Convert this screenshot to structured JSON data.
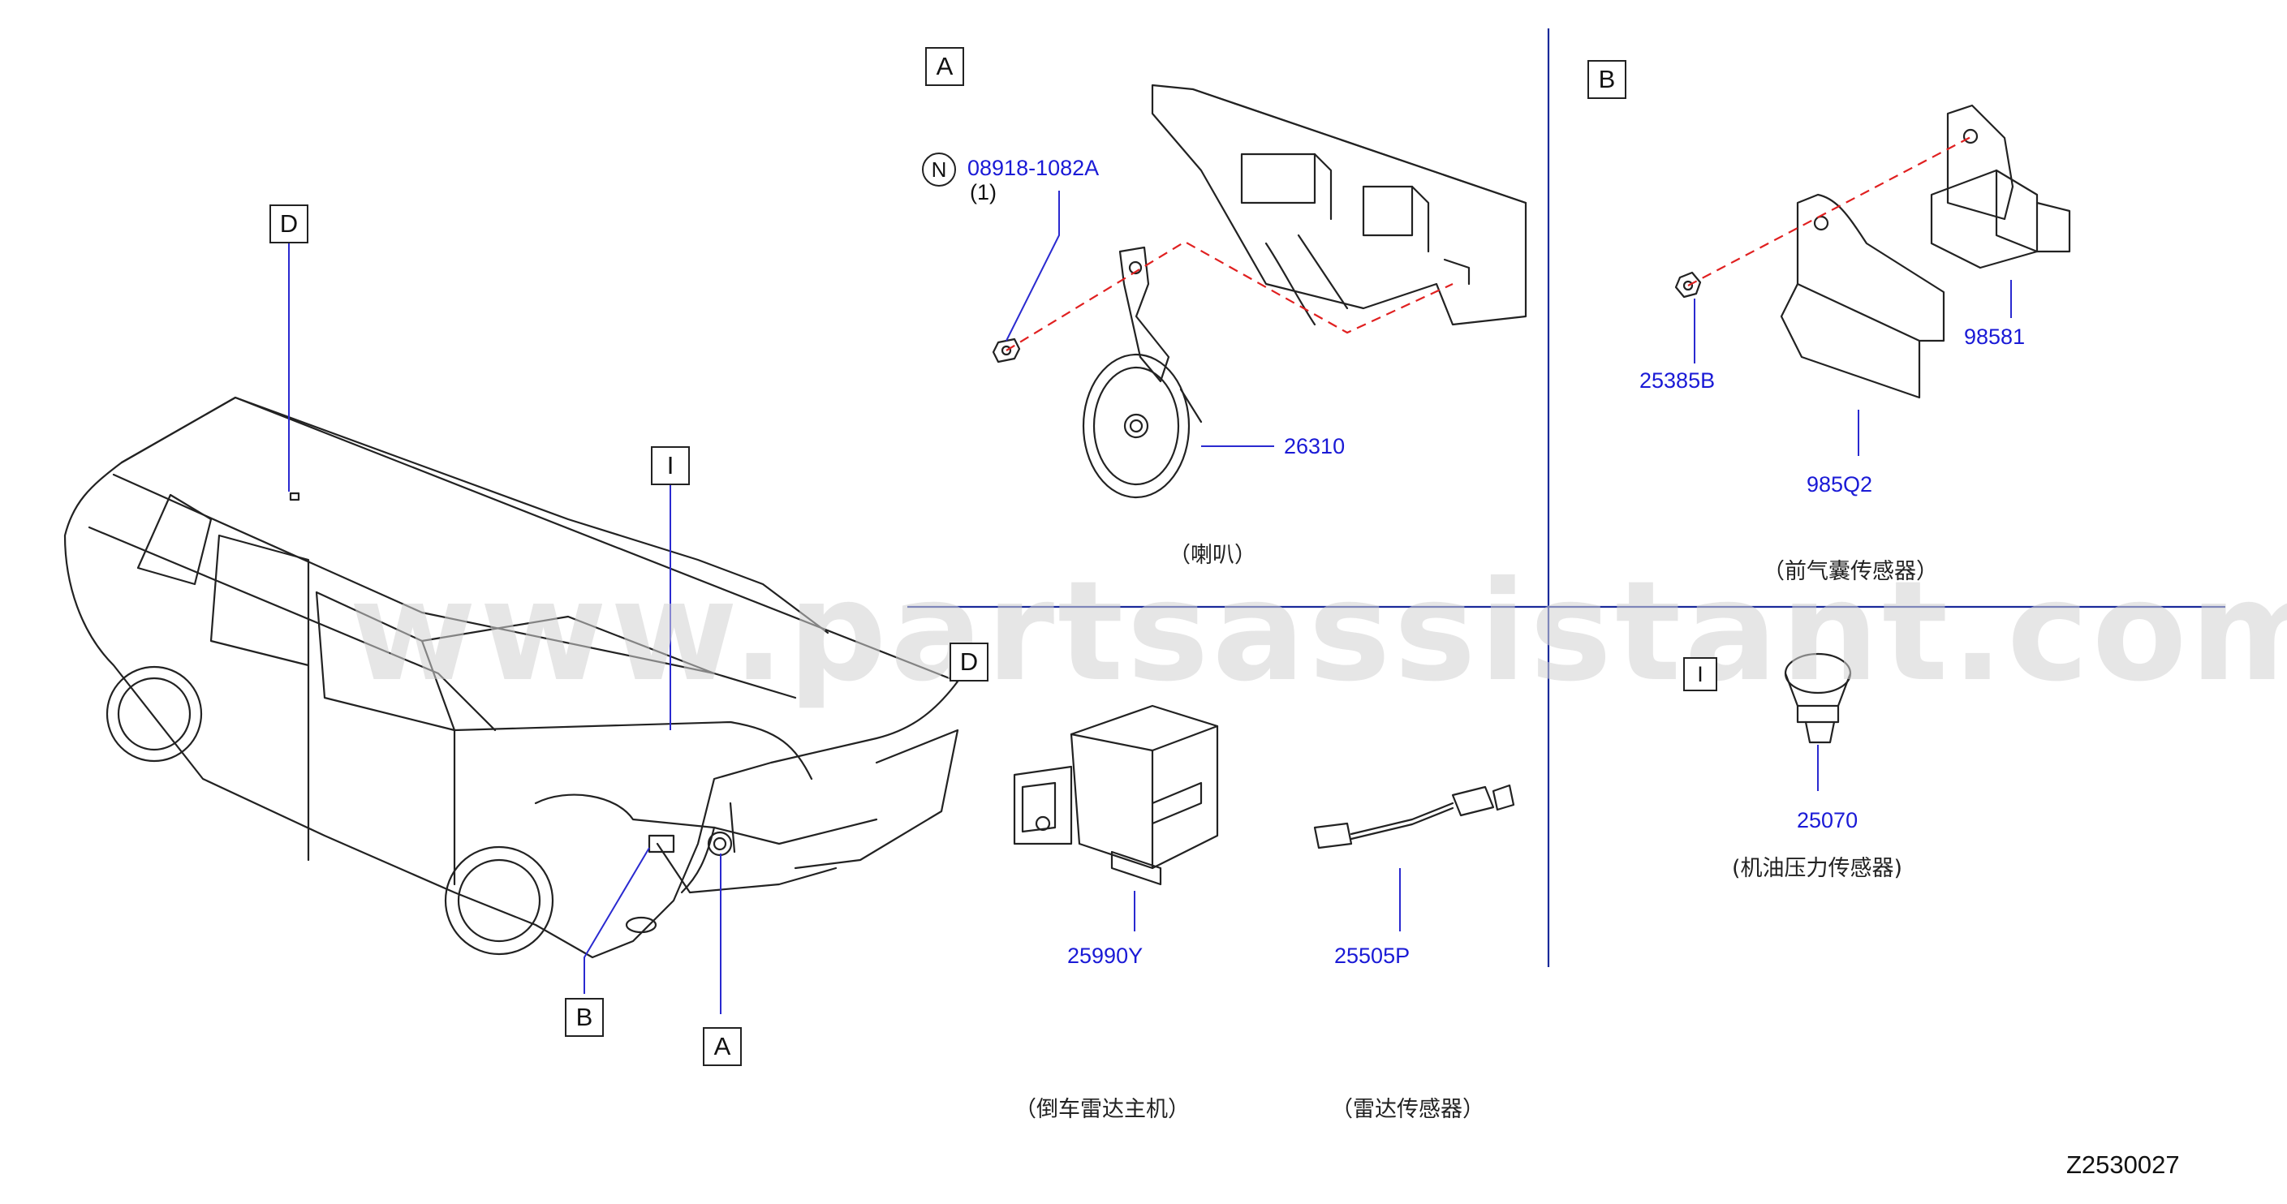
{
  "watermark": "www.partsassistant.com",
  "diagram_code": "Z2530027",
  "vehicle_callouts": {
    "d": "D",
    "i": "I",
    "b": "B",
    "a": "A"
  },
  "panel_a": {
    "label": "A",
    "note_symbol": "N",
    "bolt_part": "08918-1082A",
    "bolt_qty": "(1)",
    "horn_part": "26310",
    "caption": "（喇叭）"
  },
  "panel_b": {
    "label": "B",
    "nut_part": "25385B",
    "sensor_part": "98581",
    "bracket_part": "985Q2",
    "caption": "（前气囊传感器）"
  },
  "panel_d": {
    "label": "D",
    "unit_part": "25990Y",
    "sensor_part": "25505P",
    "unit_caption": "（倒车雷达主机）",
    "sensor_caption": "（雷达传感器）"
  },
  "panel_i": {
    "label": "I",
    "switch_part": "25070",
    "caption": "(机油压力传感器)"
  },
  "colors": {
    "part_number": "#1a1ad6",
    "divider": "#1a2a9a",
    "leader": "#2a2ad0",
    "dashed": "#e02020"
  }
}
